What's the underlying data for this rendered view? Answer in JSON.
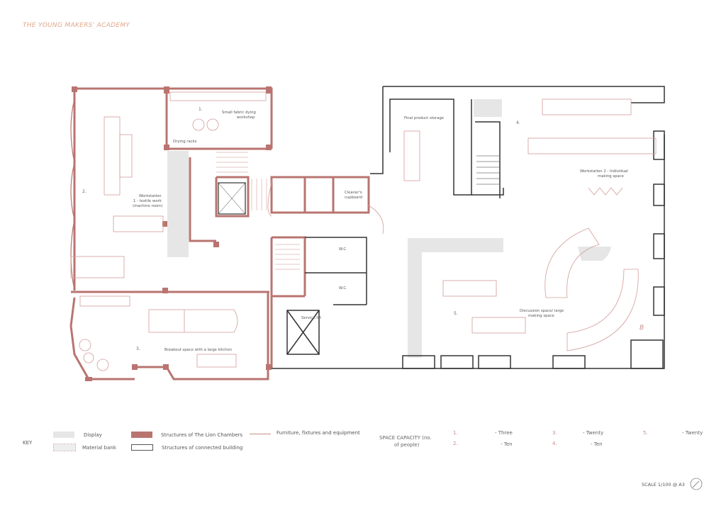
{
  "title": "THE YOUNG MAKERS' ACADEMY",
  "rooms": {
    "r1_num": "1.",
    "r1_name_a": "Small fabric dying",
    "r1_name_b": "workshop",
    "drying": "Drying racks",
    "r2_num": "2.",
    "r2_name_a": "Workstation",
    "r2_name_b": "1 - textile work",
    "r2_name_c": "(machine room)",
    "r3_num": "3.",
    "r3_name": "Breakout space with a large kitchen",
    "storage": "Final product storage",
    "r4_num": "4.",
    "r4_name_a": "Workstation 2 - Individual",
    "r4_name_b": "making space",
    "cleaner_a": "Cleaner's",
    "cleaner_b": "cupboard",
    "wc1": "W.C.",
    "wc2": "W.C.",
    "lift": "Service lift",
    "r5_num": "5.",
    "r5_name_a": "Discussion space/ large",
    "r5_name_b": "making space",
    "b_mark": "B"
  },
  "key": {
    "label": "KEY",
    "display": "Display",
    "material": "Material bank",
    "lion": "Structures of The Lion Chambers",
    "connected": "Structures of connected building",
    "furniture": "Furniture, fixtures and equipment"
  },
  "capacity": {
    "title_a": "SPACE CAPACITY (no.",
    "title_b": "of people)",
    "items": [
      {
        "n": "1.",
        "v": "- Three"
      },
      {
        "n": "2.",
        "v": "- Ten"
      },
      {
        "n": "3.",
        "v": "- Twenty"
      },
      {
        "n": "4.",
        "v": "- Ten"
      },
      {
        "n": "5.",
        "v": "- Twenty"
      }
    ]
  },
  "scale": "SCALE 1/100 @ A3",
  "colors": {
    "structure": "#b97470",
    "furniture": "#d29c98",
    "display": "#e6e6e6",
    "connected": "#333333",
    "title": "#e0a88c"
  }
}
